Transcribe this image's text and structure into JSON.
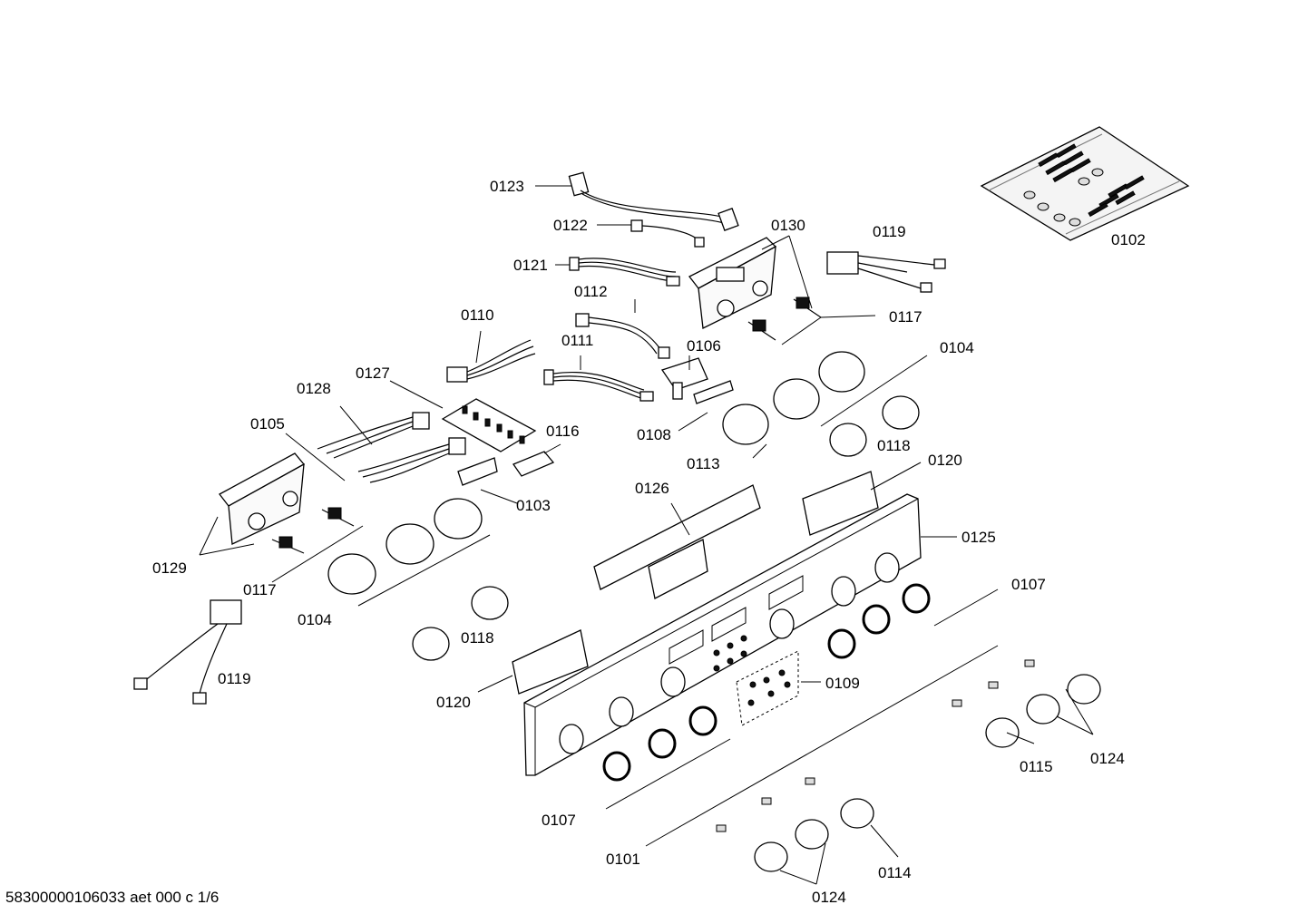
{
  "footer": "58300000106033 aet 000 c 1/6",
  "labels": {
    "l0123": "0123",
    "l0122": "0122",
    "l0121": "0121",
    "l0130": "0130",
    "l0119a": "0119",
    "l0102": "0102",
    "l0112": "0112",
    "l0117a": "0117",
    "l0110": "0110",
    "l0111": "0111",
    "l0106": "0106",
    "l0104a": "0104",
    "l0127": "0127",
    "l0128": "0128",
    "l0108": "0108",
    "l0118a": "0118",
    "l0105": "0105",
    "l0116": "0116",
    "l0113": "0113",
    "l0120a": "0120",
    "l0103": "0103",
    "l0126": "0126",
    "l0125": "0125",
    "l0129": "0129",
    "l0117b": "0117",
    "l0107a": "0107",
    "l0104b": "0104",
    "l0118b": "0118",
    "l0119b": "0119",
    "l0109": "0109",
    "l0120b": "0120",
    "l0124a": "0124",
    "l0115": "0115",
    "l0107b": "0107",
    "l0101": "0101",
    "l0114": "0114",
    "l0124b": "0124"
  }
}
